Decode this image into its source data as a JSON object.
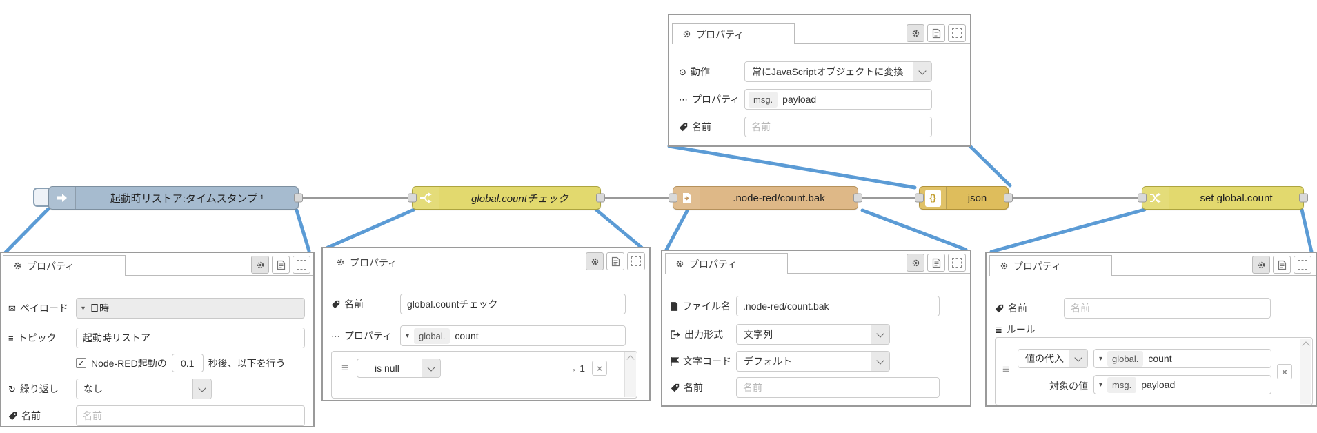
{
  "flow": {
    "inject_node": {
      "label": "起動時リストア:タイムスタンプ ¹"
    },
    "switch_node": {
      "label": "global.countチェック"
    },
    "file_node": {
      "label": ".node-red/count.bak"
    },
    "json_node": {
      "label": "json",
      "icon_text": "{}"
    },
    "change_node": {
      "label": "set global.count"
    }
  },
  "panels": {
    "json": {
      "tab": "プロパティ",
      "action_label": "動作",
      "action_value": "常にJavaScriptオブジェクトに変換",
      "property_label": "プロパティ",
      "property_type": "msg.",
      "property_value": "payload",
      "name_label": "名前",
      "name_placeholder": "名前"
    },
    "inject": {
      "tab": "プロパティ",
      "payload_label": "ペイロード",
      "payload_value": "日時",
      "topic_label": "トピック",
      "topic_value": "起動時リストア",
      "fire_prefix": "Node-RED起動の",
      "fire_delay": "0.1",
      "fire_suffix": "秒後、以下を行う",
      "repeat_label": "繰り返し",
      "repeat_value": "なし",
      "name_label": "名前",
      "name_placeholder": "名前"
    },
    "switch": {
      "tab": "プロパティ",
      "name_label": "名前",
      "name_value": "global.countチェック",
      "property_label": "プロパティ",
      "property_type": "global.",
      "property_value": "count",
      "rule_operator": "is null",
      "rule_output": "→ 1"
    },
    "file": {
      "tab": "プロパティ",
      "filename_label": "ファイル名",
      "filename_value": ".node-red/count.bak",
      "format_label": "出力形式",
      "format_value": "文字列",
      "encoding_label": "文字コード",
      "encoding_value": "デフォルト",
      "name_label": "名前",
      "name_placeholder": "名前"
    },
    "change": {
      "tab": "プロパティ",
      "name_label": "名前",
      "name_placeholder": "名前",
      "rules_label": "ルール",
      "rule_action": "値の代入",
      "rule_target_type": "global.",
      "rule_target_value": "count",
      "rule_to_label": "対象の値",
      "rule_value_type": "msg.",
      "rule_value_value": "payload"
    }
  },
  "icons": {
    "envelope": "✉",
    "topic": "≡",
    "repeat": "↻",
    "action": "⊙",
    "ellipsis": "⋯",
    "rules": "≣",
    "caret": "▾",
    "check": "✓",
    "handle": "≡",
    "delete": "×"
  },
  "colors": {
    "inject_node": "#a6bbcf",
    "switch_node": "#e2d96e",
    "file_node": "#deb887",
    "json_node": "#debd5c",
    "change_node": "#e2d96e",
    "wire": "#999999",
    "callout_line": "#5b9bd5"
  }
}
